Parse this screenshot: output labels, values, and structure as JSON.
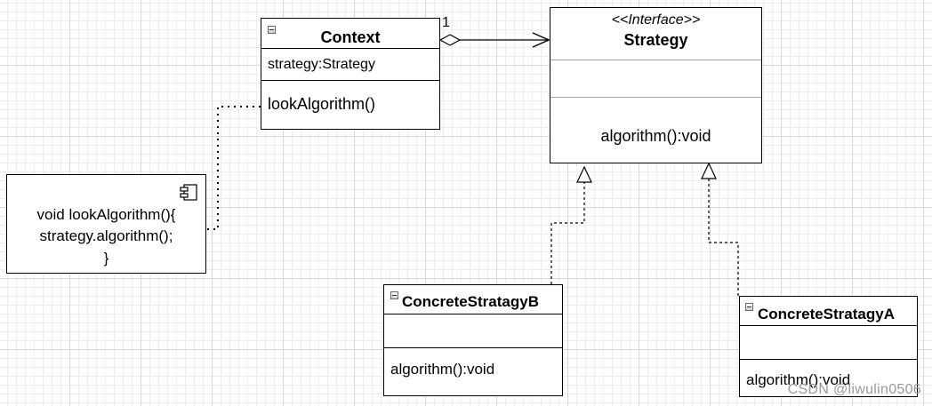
{
  "context": {
    "name": "Context",
    "attribute": "strategy:Strategy",
    "operation": "lookAlgorithm()"
  },
  "strategy": {
    "stereotype": "<<Interface>>",
    "name": "Strategy",
    "operation": "algorithm():void"
  },
  "concrete_b": {
    "name": "ConcreteStratagyB",
    "operation": "algorithm():void"
  },
  "concrete_a": {
    "name": "ConcreteStratagyA",
    "operation": "algorithm():void"
  },
  "note": {
    "lines": [
      "void lookAlgorithm(){",
      "strategy.algorithm();",
      "}"
    ]
  },
  "association": {
    "multiplicity": "1"
  },
  "watermark": "CSDN @liwulin0506",
  "icons": {
    "class_collapse": "collapse-icon",
    "component": "component-icon"
  }
}
